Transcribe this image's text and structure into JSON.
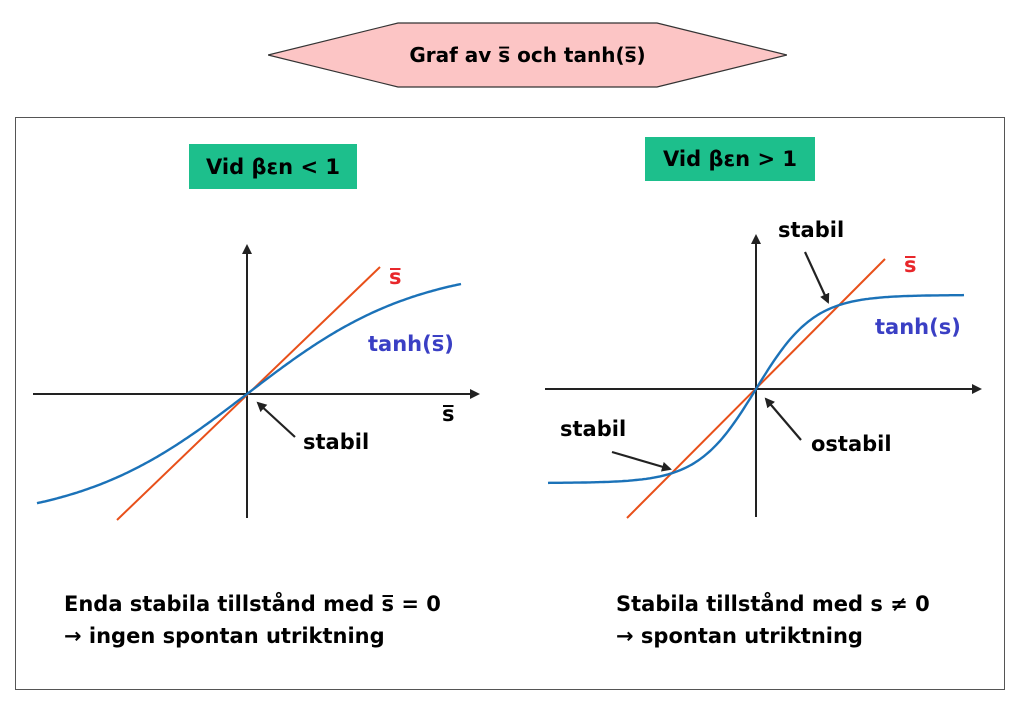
{
  "title": "Graf av s̅ och tanh(s̅)",
  "left_panel": {
    "heading": "Vid βεn < 1",
    "line_label": "s̅",
    "curve_label": "tanh(s̅)",
    "x_axis_label": "s̅",
    "point_label": "stabil",
    "caption_line1": "Enda stabila tillstånd med s̅ = 0",
    "caption_line2": "→ ingen spontan utriktning"
  },
  "right_panel": {
    "heading": "Vid βεn > 1",
    "line_label": "s̅",
    "curve_label": "tanh(s)",
    "upper_point_label": "stabil",
    "lower_point_label": "stabil",
    "origin_point_label": "ostabil",
    "caption_line1": "Stabila tillstånd med s ≠ 0",
    "caption_line2": "→ spontan utriktning"
  },
  "colors": {
    "title_fill": "#fcc5c5",
    "label_bg": "#1dbf8c",
    "line": "#e8501a",
    "curve": "#1b72b8",
    "blue_text": "#3a3fc4",
    "red_text": "#e8262a"
  }
}
